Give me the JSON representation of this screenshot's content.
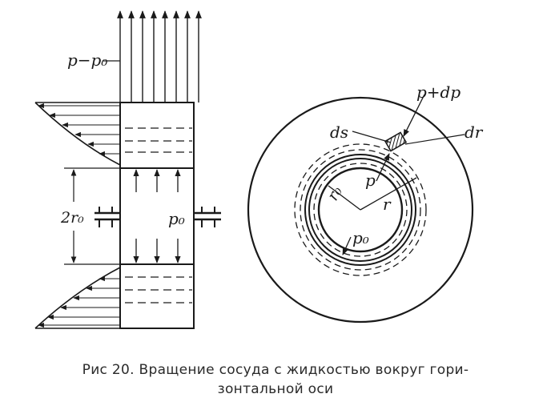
{
  "labels": {
    "p_minus_p0": "p−p₀",
    "two_r0": "2r₀",
    "p0_left": "p₀",
    "p_plus_dp": "p+dp",
    "ds": "ds",
    "dr": "dr",
    "p": "p",
    "r0": "r₀",
    "r": "r",
    "p0_right": "p₀"
  },
  "caption": {
    "line1": "Рис 20. Вращение сосуда с жидкостью вокруг гори-",
    "line2": "зонтальной оси"
  }
}
